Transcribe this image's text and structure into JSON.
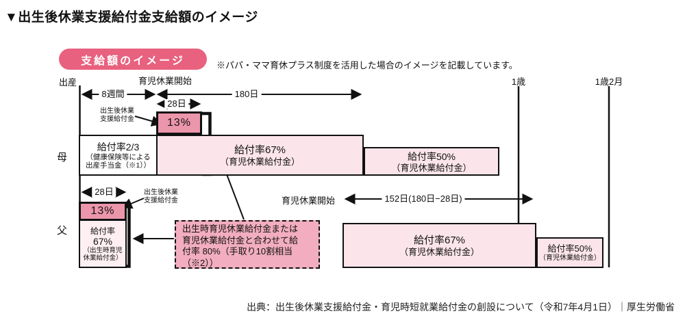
{
  "title": "▼出生後休業支援給付金支給額のイメージ",
  "legend_badge": "支給額のイメージ",
  "note": "※パパ・ママ育休プラス制度を活用した場合のイメージを記載しています。",
  "colors": {
    "badge": "#e8617e",
    "highlight_box": "#ec96ab",
    "callout_box": "#f2adc0",
    "benefit_box": "#fbe5ea",
    "benefit_box_light": "#fdeff2"
  },
  "timeline": {
    "birth": "出産",
    "leave_start": "育児休業開始",
    "weeks8": "8週間",
    "days180": "180日",
    "days28": "28日",
    "age1": "1歳",
    "age1_2m": "1歳2月"
  },
  "mother": {
    "label": "母",
    "support_benefit": {
      "line1": "出生後休業",
      "line2": "支援給付金"
    },
    "rate13": "13%",
    "maternity_cell": {
      "line1": "給付率2/3",
      "line2": "（健康保険等による",
      "line3": "出産手当金（※1））"
    },
    "rate67_cell": {
      "line1": "給付率67%",
      "line2": "（育児休業給付金）"
    },
    "rate50_cell": {
      "line1": "給付率50%",
      "line2": "（育児休業給付金）"
    }
  },
  "father": {
    "label": "父",
    "days28": "28日",
    "support_benefit": {
      "line1": "出生後休業",
      "line2": "支援給付金"
    },
    "rate13": "13%",
    "rate67_small_cell": {
      "line1": "給付率",
      "line2": "67%",
      "line3": "（出生時育児",
      "line4": "休業給付金）"
    },
    "leave_start": "育児休業開始",
    "days152": "152日(180日−28日)",
    "rate67_cell": {
      "line1": "給付率67%",
      "line2": "（育児休業給付金）"
    },
    "rate50_cell": {
      "line1": "給付率50%",
      "line2": "（育児休業給付金）"
    },
    "callout": {
      "line1": "出生時育児休業給付金または",
      "line2": "育児休業給付金と合わせて給",
      "line3": "付率 80%（手取り10割相当",
      "line4": "（※2））"
    }
  },
  "source": "出典：出生後休業支援給付金・育児時短就業給付金の創設について（令和7年4月1日）｜厚生労働省"
}
